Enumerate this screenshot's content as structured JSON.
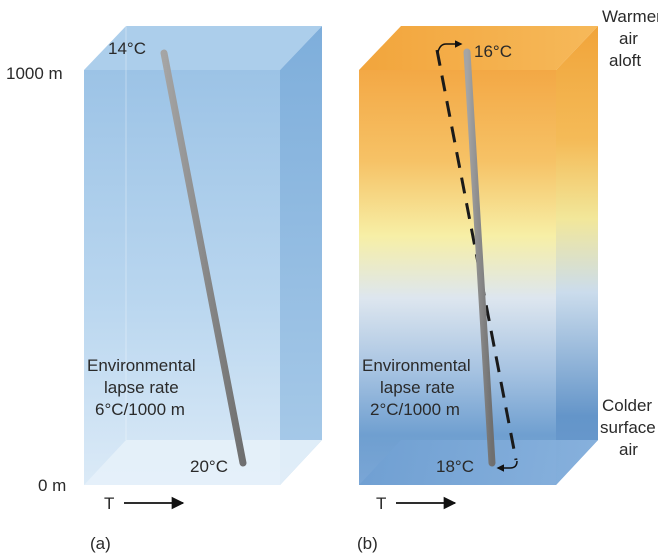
{
  "panel_a": {
    "label": "(a)",
    "top_altitude": "1000 m",
    "bottom_altitude": "0 m",
    "top_temp": "14°C",
    "bottom_temp": "20°C",
    "lapse_line1": "Environmental",
    "lapse_line2": "lapse rate",
    "lapse_line3": "6°C/1000 m",
    "axis_label": "T"
  },
  "panel_b": {
    "label": "(b)",
    "top_temp": "16°C",
    "bottom_temp": "18°C",
    "lapse_line1": "Environmental",
    "lapse_line2": "lapse rate",
    "lapse_line3": "2°C/1000 m",
    "axis_label": "T",
    "warm_line1": "Warmer",
    "warm_line2": "air",
    "warm_line3": "aloft",
    "cold_line1": "Colder",
    "cold_line2": "surface",
    "cold_line3": "air"
  },
  "colors": {
    "cold_blue": "#8fb9e0",
    "warm_orange": "#f4a93a",
    "pale_yellow": "#f7f1a8",
    "line_gray": "#8c8c8c"
  }
}
